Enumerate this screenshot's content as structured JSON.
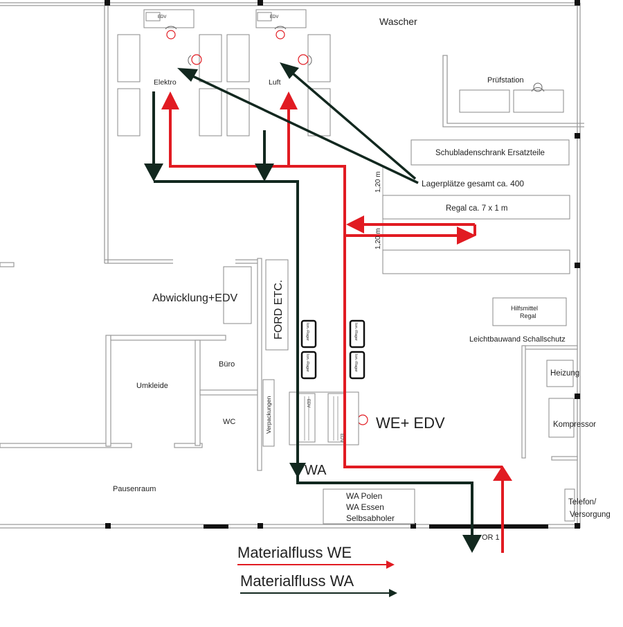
{
  "labels": {
    "wascher": "Wascher",
    "pruefstation": "Prüfstation",
    "elektro": "Elektro",
    "luft": "Luft",
    "schubladenschrank": "Schubladenschrank Ersatzteile",
    "lagerplaetze": "Lagerplätze gesamt ca. 400",
    "regal": "Regal ca. 7 x 1 m",
    "dim1": "1,20 m",
    "dim2": "1,20 m",
    "abwicklung": "Abwicklung+EDV",
    "ford": "FORD ETC.",
    "hilfsmittel1": "Hilfsmittel",
    "hilfsmittel2": "Regal",
    "leichtbauwand": "Leichtbauwand Schallschutz",
    "heizung": "Heizung",
    "kompressor": "Kompressor",
    "buero": "Büro",
    "umkleide": "Umkleide",
    "wc": "WC",
    "verpackungen": "Verpackungen",
    "we_edv": "WE+ EDV",
    "wa": "WA",
    "pausenraum": "Pausenraum",
    "wa_polen": "WA Polen",
    "wa_essen": "WA Essen",
    "selbsabholer": "Selbsabholer",
    "telefon1": "Telefon/",
    "telefon2": "Versorgung",
    "tor": "OR 1",
    "edv_desk1": "EDV",
    "edv_desk2": "EDV",
    "edv_small1": "EDV",
    "edv_small2": "EDV",
    "rack1": "Ion.-Rager",
    "rack2": "Ion.-Rager",
    "rack3": "Ion.-Rager",
    "rack4": "Ion.-Rager"
  },
  "legend": {
    "we": "Materialfluss WE",
    "wa": "Materialfluss WA"
  },
  "colors": {
    "we_flow": "#e11b22",
    "wa_flow": "#12281f",
    "wall": "#9a9a9a"
  }
}
